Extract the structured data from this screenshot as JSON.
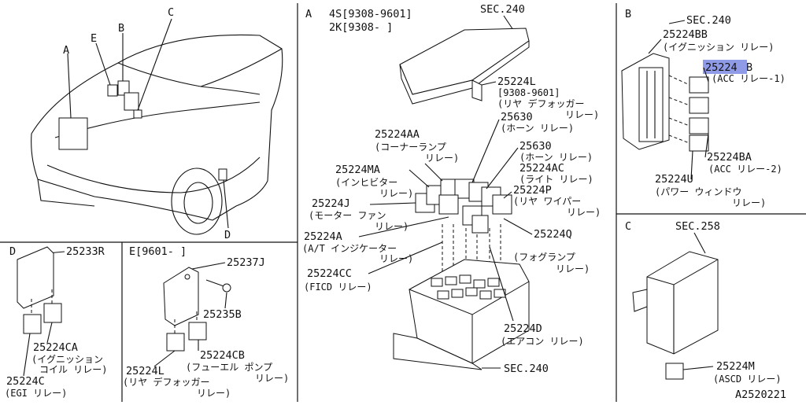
{
  "sections": {
    "A": {
      "letter": "A",
      "line1": "4S[9308-9601]",
      "line2": "2K[9308-    ]",
      "sec_top": "SEC.240",
      "sec_bottom": "SEC.240",
      "p25224L": [
        "25224L",
        "[9308-9601]",
        "(リヤ デフォッガー",
        "リレー)"
      ],
      "p25630a": [
        "25630",
        "(ホーン リレー)"
      ],
      "p25224AA": [
        "25224AA",
        "(コーナーランプ",
        "リレー)"
      ],
      "p25630b": [
        "25630",
        "(ホーン リレー)"
      ],
      "p25224AC": [
        "25224AC",
        "(ライト リレー)"
      ],
      "p25224MA": [
        "25224MA",
        "(インヒビター",
        "リレー)"
      ],
      "p25224P": [
        "25224P",
        "(リヤ ワイパー",
        "リレー)"
      ],
      "p25224J": [
        "25224J",
        "(モーター ファン",
        "リレー)"
      ],
      "p25224A": [
        "25224A",
        "(A/T インジケーター",
        "リレー)"
      ],
      "p25224Q": [
        "25224Q",
        "(フォグランプ",
        "リレー)"
      ],
      "p25224CC": [
        "25224CC",
        "(FICD リレー)"
      ],
      "p25224D": [
        "25224D",
        "(エアコン リレー)"
      ]
    },
    "B": {
      "letter": "B",
      "sec": "SEC.240",
      "p25224BB": [
        "25224BB",
        "(イグニッション リレー)"
      ],
      "p25224B_num": "25224",
      "p25224B_suffix": "B",
      "p25224B_desc": "(ACC リレー-1)",
      "p25224BA": [
        "25224BA",
        "(ACC リレー-2)"
      ],
      "p25224U": [
        "25224U",
        "(パワー ウィンドウ",
        "リレー)"
      ]
    },
    "C": {
      "letter": "C",
      "sec": "SEC.258",
      "p25224M": [
        "25224M",
        "(ASCD リレー)"
      ],
      "code": "A2520221"
    },
    "D": {
      "letter": "D",
      "p25233R": "25233R",
      "p25224CA": [
        "25224CA",
        "(イグニッション",
        "コイル リレー)"
      ],
      "p25224C": [
        "25224C",
        "(EGI リレー)"
      ]
    },
    "E": {
      "header": "E[9601-    ]",
      "p25237J": "25237J",
      "p25235B": "25235B",
      "p25224L": [
        "25224L",
        "(リヤ デフォッガー",
        "リレー)"
      ],
      "p25224CB": [
        "25224CB",
        "(フューエル ポンプ",
        "リレー)"
      ]
    },
    "car": {
      "A": "A",
      "B": "B",
      "C": "C",
      "D": "D",
      "E": "E"
    }
  },
  "colors": {
    "line": "#111111",
    "highlight": "#8f9be6",
    "background": "#ffffff"
  }
}
